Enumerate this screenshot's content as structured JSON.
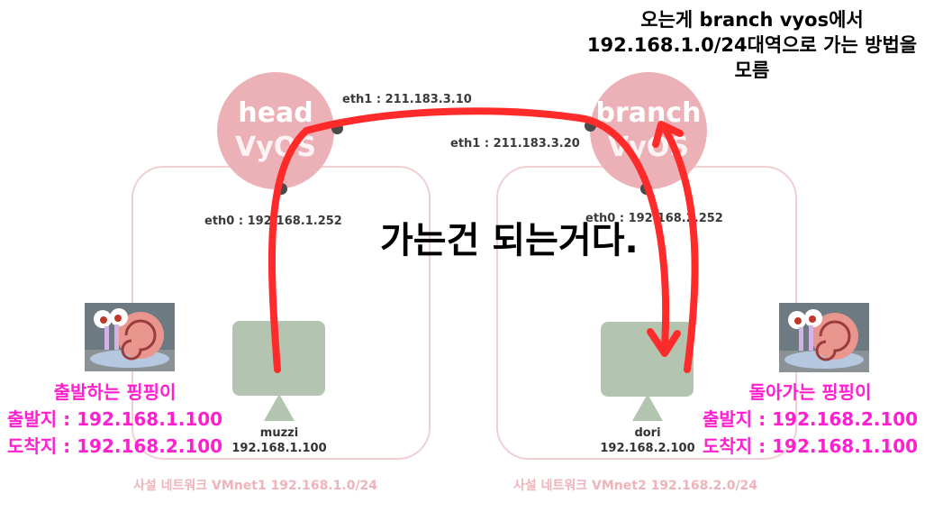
{
  "note_top": [
    "오는게 branch vyos에서",
    "192.168.1.0/24대역으로 가는 방법을",
    "모름"
  ],
  "big_text": "가는건 되는거다.",
  "head_router": {
    "line1": "head",
    "line2": "VyOS",
    "eth1": "eth1 : 211.183.3.10",
    "eth0": "eth0 : 192.168.1.252"
  },
  "branch_router": {
    "line1": "branch",
    "line2": "VyOS",
    "eth1": "eth1 : 211.183.3.20",
    "eth0": "eth0 : 192.168.2.252"
  },
  "left_host": {
    "name": "muzzi",
    "ip": "192.168.1.100"
  },
  "right_host": {
    "name": "dori",
    "ip": "192.168.2.100"
  },
  "left_net_caption": "사설 네트워크 VMnet1 192.168.1.0/24",
  "right_net_caption": "사설 네트워크 VMnet2 192.168.2.0/24",
  "left_ping": {
    "title": "출발하는 핑핑이",
    "src": "출발지 : 192.168.1.100",
    "dst": "도착지 : 192.168.2.100"
  },
  "right_ping": {
    "title": "돌아가는 핑핑이",
    "src": "출발지 : 192.168.2.100",
    "dst": "도착지 : 192.168.1.100"
  },
  "colors": {
    "router": "#ebb1b6",
    "netbox": "#f2cfd2",
    "host": "#b3c4b0",
    "arrow": "#ff2b2b",
    "ping_text": "#ff1fcf"
  }
}
